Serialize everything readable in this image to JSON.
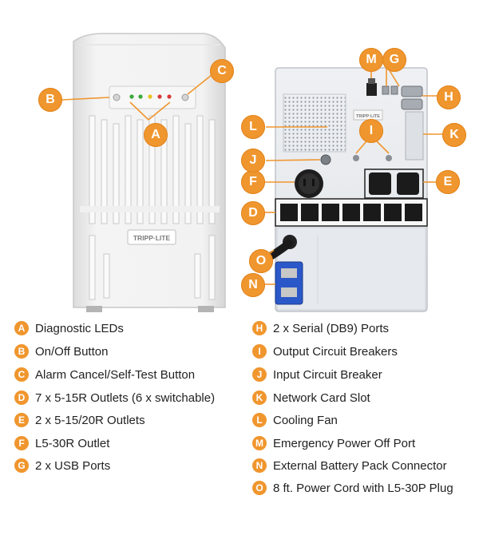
{
  "brand": "TRIPP·LITE",
  "accent_color": "#f0962e",
  "callouts": [
    {
      "letter": "A"
    },
    {
      "letter": "B"
    },
    {
      "letter": "C"
    },
    {
      "letter": "D"
    },
    {
      "letter": "E"
    },
    {
      "letter": "F"
    },
    {
      "letter": "G"
    },
    {
      "letter": "H"
    },
    {
      "letter": "I"
    },
    {
      "letter": "J"
    },
    {
      "letter": "K"
    },
    {
      "letter": "L"
    },
    {
      "letter": "M"
    },
    {
      "letter": "N"
    },
    {
      "letter": "O"
    }
  ],
  "legend": {
    "left": [
      {
        "letter": "A",
        "text": "Diagnostic LEDs"
      },
      {
        "letter": "B",
        "text": "On/Off Button"
      },
      {
        "letter": "C",
        "text": "Alarm Cancel/Self-Test Button"
      },
      {
        "letter": "D",
        "text": "7 x 5-15R Outlets (6 x switchable)"
      },
      {
        "letter": "E",
        "text": "2 x 5-15/20R Outlets"
      },
      {
        "letter": "F",
        "text": "L5-30R Outlet"
      },
      {
        "letter": "G",
        "text": "2 x USB Ports"
      }
    ],
    "right": [
      {
        "letter": "H",
        "text": "2 x Serial (DB9) Ports"
      },
      {
        "letter": "I",
        "text": "Output Circuit Breakers"
      },
      {
        "letter": "J",
        "text": "Input Circuit Breaker"
      },
      {
        "letter": "K",
        "text": "Network Card Slot"
      },
      {
        "letter": "L",
        "text": "Cooling Fan"
      },
      {
        "letter": "M",
        "text": "Emergency Power Off Port"
      },
      {
        "letter": "N",
        "text": "External Battery Pack Connector"
      },
      {
        "letter": "O",
        "text": "8 ft. Power Cord with L5-30P Plug"
      }
    ]
  }
}
